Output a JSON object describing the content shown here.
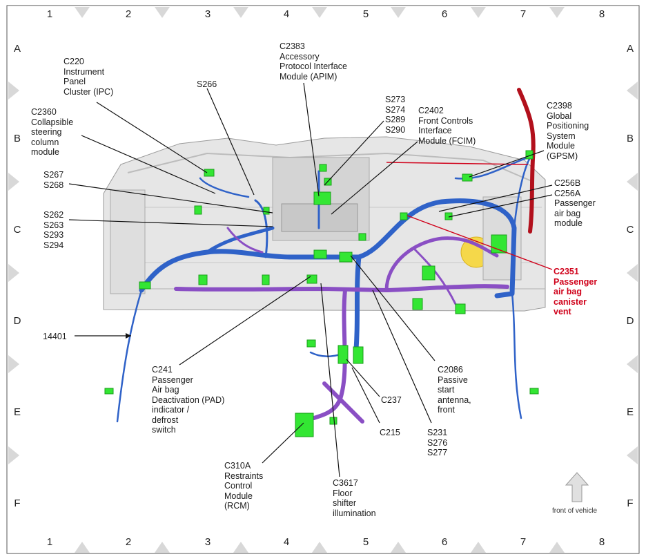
{
  "columns": [
    "1",
    "2",
    "3",
    "4",
    "5",
    "6",
    "7",
    "8"
  ],
  "rows": [
    "A",
    "B",
    "C",
    "D",
    "E",
    "F"
  ],
  "colors": {
    "harness_blue": "#2f62c8",
    "harness_purple": "#8a4fc4",
    "connector_green": "#33e633",
    "highlight_red": "#d0021b",
    "dash_grey": "#d9d9d9"
  },
  "callouts": [
    {
      "id": "c220",
      "text": "C220\nInstrument\nPanel\nCluster (IPC)",
      "red": false
    },
    {
      "id": "c2360",
      "text": "C2360\nCollapsible\nsteering\ncolumn\nmodule",
      "red": false
    },
    {
      "id": "s266",
      "text": "S266",
      "red": false
    },
    {
      "id": "c2383",
      "text": "C2383\nAccessory\nProtocol Interface\nModule (APIM)",
      "red": false
    },
    {
      "id": "s273",
      "text": "S273\nS274\nS289\nS290",
      "red": false
    },
    {
      "id": "c2402",
      "text": "C2402\nFront Controls\nInterface\nModule (FCIM)",
      "red": false
    },
    {
      "id": "c2398",
      "text": "C2398\nGlobal\nPositioning\nSystem\nModule\n(GPSM)",
      "red": false
    },
    {
      "id": "c256",
      "text": "C256B\nC256A\nPassenger\nair bag\nmodule",
      "red": false
    },
    {
      "id": "s267",
      "text": "S267\nS268",
      "red": false
    },
    {
      "id": "s262",
      "text": "S262\nS263\nS293\nS294",
      "red": false
    },
    {
      "id": "c2351",
      "text": "C2351\nPassenger\nair bag\ncanister\nvent",
      "red": true
    },
    {
      "id": "p14401",
      "text": "14401",
      "red": false
    },
    {
      "id": "c241",
      "text": "C241\nPassenger\nAir bag\nDeactivation (PAD)\nindicator /\ndefrost\nswitch",
      "red": false
    },
    {
      "id": "c2086",
      "text": "C2086\nPassive\nstart\nantenna,\nfront",
      "red": false
    },
    {
      "id": "c237",
      "text": "C237",
      "red": false
    },
    {
      "id": "c215",
      "text": "C215",
      "red": false
    },
    {
      "id": "s231",
      "text": "S231\nS276\nS277",
      "red": false
    },
    {
      "id": "c310a",
      "text": "C310A\nRestraints\nControl\nModule\n(RCM)",
      "red": false
    },
    {
      "id": "c3617",
      "text": "C3617\nFloor\nshifter\nillumination",
      "red": false
    }
  ],
  "front_label": "front of vehicle"
}
